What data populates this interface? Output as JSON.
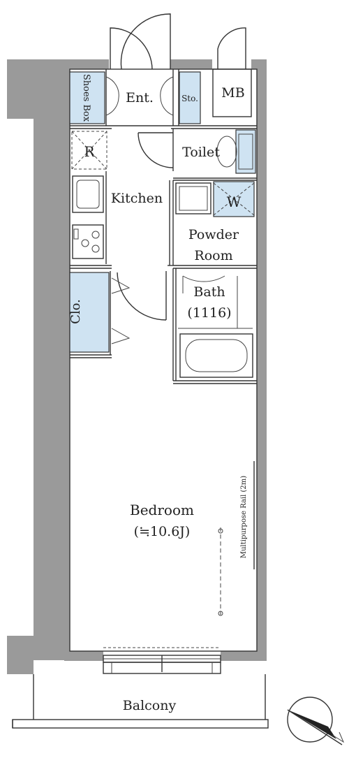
{
  "rooms": {
    "shoes_box": "Shoes Box",
    "entrance": "Ent.",
    "storage": "Sto.",
    "meter_box": "MB",
    "refrigerator": "R",
    "toilet": "Toilet",
    "kitchen": "Kitchen",
    "washer": "W",
    "powder_room_line1": "Powder",
    "powder_room_line2": "Room",
    "bath_line1": "Bath",
    "bath_line2": "(1116)",
    "closet": "Clo.",
    "bedroom_line1": "Bedroom",
    "bedroom_line2": "(≒10.6J)",
    "rail": "Multipurpose Rail (2m)",
    "balcony": "Balcony"
  },
  "colors": {
    "wall": "#9a9a9a",
    "storage_fill": "#cfe3f2",
    "line": "#333333"
  },
  "icons": [
    "compass-icon",
    "refrigerator-icon",
    "sink-icon",
    "stove-icon",
    "toilet-icon",
    "bathtub-icon",
    "washer-icon"
  ]
}
